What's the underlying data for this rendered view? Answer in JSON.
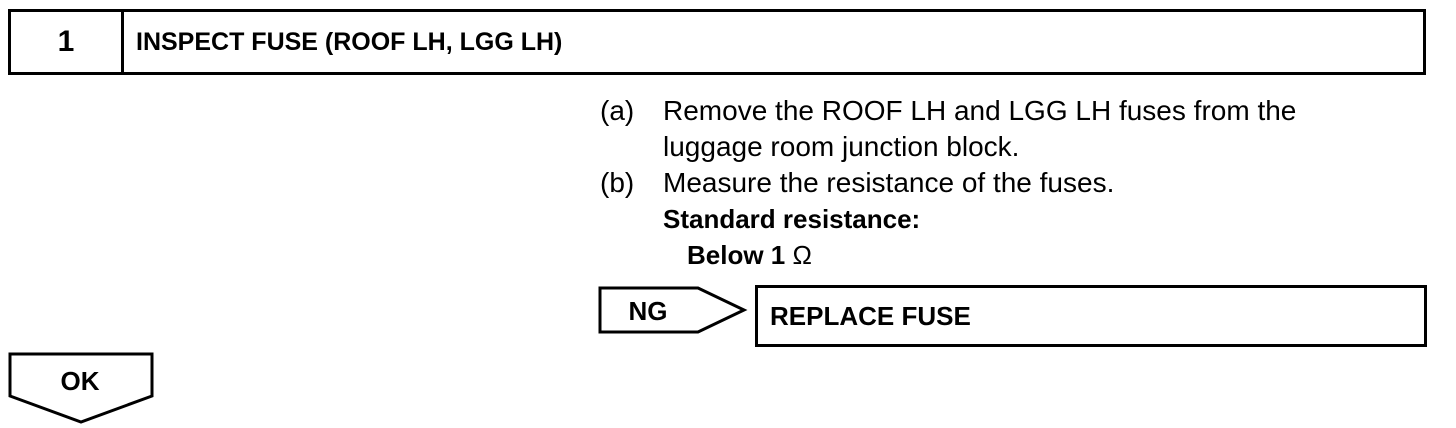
{
  "step": {
    "number": "1",
    "title": "INSPECT FUSE (ROOF LH, LGG LH)"
  },
  "instructions": [
    {
      "marker": "(a)",
      "lines": [
        "Remove the ROOF LH and LGG LH fuses from the",
        "luggage room junction block."
      ]
    },
    {
      "marker": "(b)",
      "lines": [
        "Measure the resistance of the fuses."
      ]
    }
  ],
  "standard": {
    "label": "Standard resistance:",
    "value": "Below 1",
    "unit": "Ω"
  },
  "ng": {
    "label": "NG",
    "action": "REPLACE FUSE"
  },
  "ok": {
    "label": "OK"
  }
}
